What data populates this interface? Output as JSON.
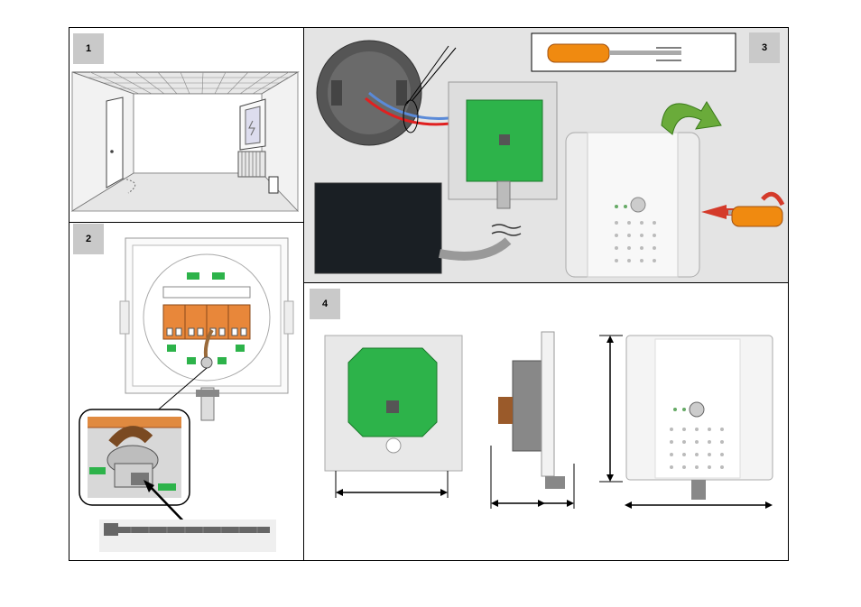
{
  "panels": [
    {
      "number": "1"
    },
    {
      "number": "2"
    },
    {
      "number": "3"
    },
    {
      "number": "4"
    }
  ],
  "colors": {
    "pcb_green": "#2db34a",
    "terminal_orange": "#e8873a",
    "wire_red": "#e02020",
    "wire_blue": "#5a8ad8",
    "arrow_green": "#6aab3a",
    "arrow_red": "#d43a2a",
    "screwdriver_orange": "#f08a10",
    "badge_gray": "#c9c9c9"
  },
  "icons": [
    "screwdriver-icon",
    "rotate-arrow-icon",
    "pointer-arrow-icon",
    "dimension-arrow-icon"
  ]
}
